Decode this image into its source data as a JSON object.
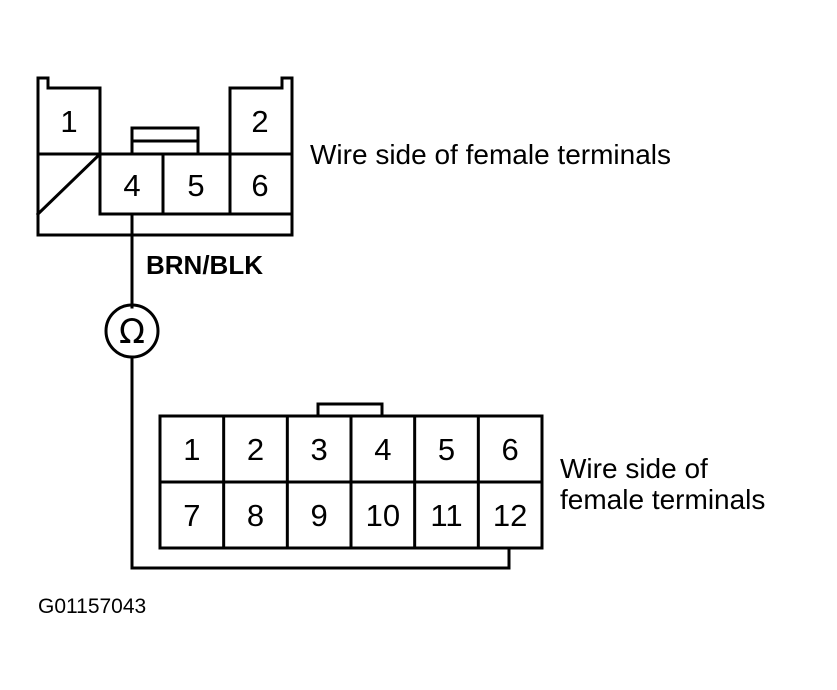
{
  "connector_a": {
    "caption": "Wire side of female terminals",
    "pins": {
      "p1": "1",
      "p2": "2",
      "p4": "4",
      "p5": "5",
      "p6": "6"
    }
  },
  "wire": {
    "label": "BRN/BLK"
  },
  "meter": {
    "symbol": "Ω",
    "icon": "ohmmeter-icon"
  },
  "connector_b": {
    "caption_line1": "Wire side of",
    "caption_line2": "female terminals",
    "pins": [
      "1",
      "2",
      "3",
      "4",
      "5",
      "6",
      "7",
      "8",
      "9",
      "10",
      "11",
      "12"
    ]
  },
  "figure_id": "G01157043"
}
